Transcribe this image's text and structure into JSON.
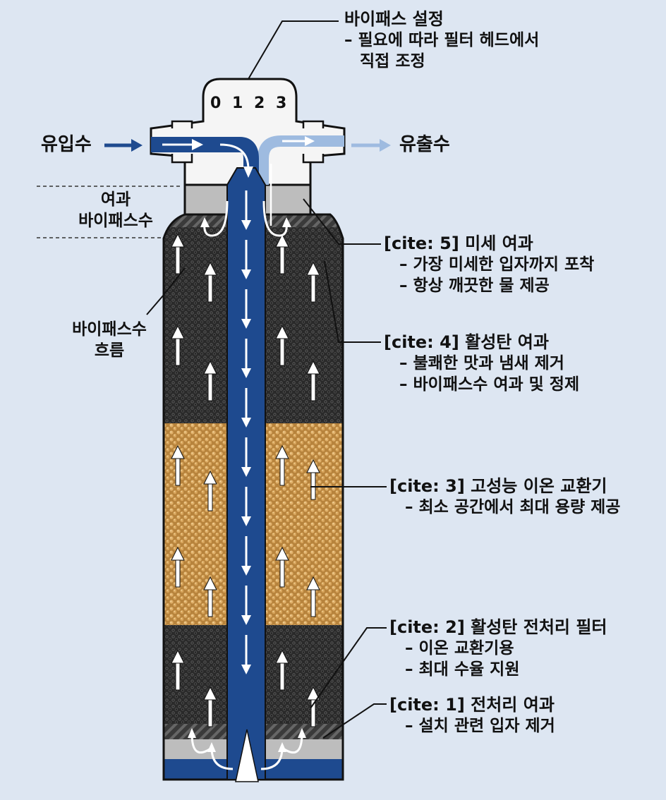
{
  "colors": {
    "background": "#dde6f2",
    "pipe": "#1e4a8f",
    "pipe_light": "#9ebbe0",
    "carbon": "#2b2b2b",
    "resin": "#c9944a",
    "gray_band": "#bdbdbd",
    "head": "#f5f5f5"
  },
  "bypass_setting": {
    "title": "바이패스 설정",
    "line1": "– 필요에 따라 필터 헤드에서",
    "line2": "직접 조정"
  },
  "dial": {
    "marks": [
      "0",
      "1",
      "2",
      "3"
    ]
  },
  "flow": {
    "inlet": "유입수",
    "outlet": "유출수"
  },
  "left_labels": {
    "filtered_bypass": [
      "여과",
      "바이패스수"
    ],
    "bypass_flow": [
      "바이패스수",
      "흐름"
    ]
  },
  "stages": [
    {
      "title": "[cite: 5] 미세 여과",
      "lines": [
        "– 가장 미세한 입자까지 포착",
        "– 항상 깨끗한 물 제공"
      ]
    },
    {
      "title": "[cite: 4] 활성탄 여과",
      "lines": [
        "– 불쾌한 맛과 냄새 제거",
        "– 바이패스수 여과 및 정제"
      ]
    },
    {
      "title": "[cite: 3] 고성능 이온 교환기",
      "lines": [
        "– 최소 공간에서 최대 용량 제공"
      ]
    },
    {
      "title": "[cite: 2] 활성탄 전처리 필터",
      "lines": [
        "– 이온 교환기용",
        "– 최대 수율 지원"
      ]
    },
    {
      "title": "[cite: 1] 전처리 여과",
      "lines": [
        "– 설치 관련 입자 제거"
      ]
    }
  ]
}
